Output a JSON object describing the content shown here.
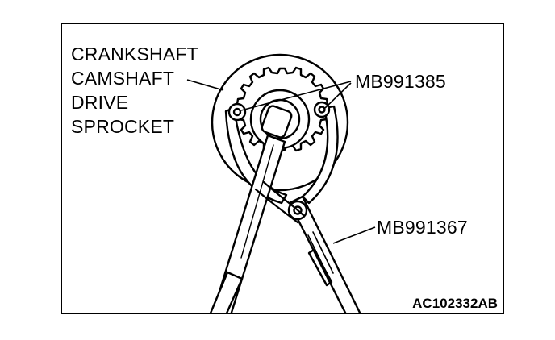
{
  "figure": {
    "labels": {
      "sprocket": [
        "CRANKSHAFT",
        "CAMSHAFT",
        "DRIVE",
        "SPROCKET"
      ],
      "holder_tool": "MB991385",
      "wrench_tool": "MB991367"
    },
    "figure_id": "AC102332AB"
  }
}
